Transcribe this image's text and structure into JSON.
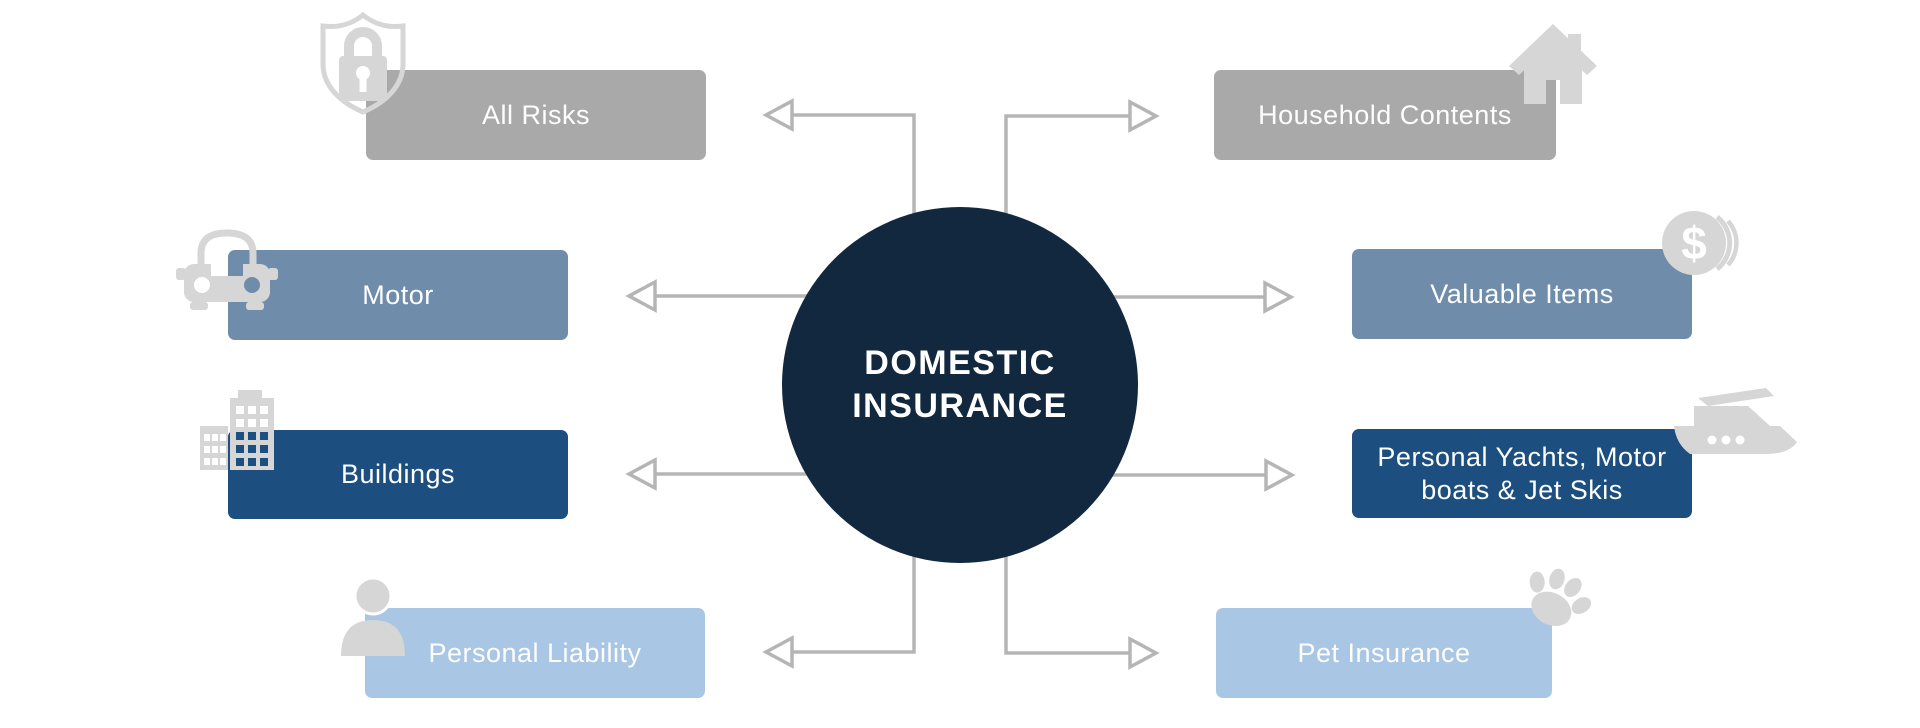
{
  "colors": {
    "background": "#ffffff",
    "navy": "#12283f",
    "gray": "#a9a9a9",
    "steel_blue": "#6f8dab",
    "dark_blue": "#1c4e80",
    "light_blue": "#a9c7e4",
    "icon_gray": "#d6d6d6",
    "arrow_gray": "#b5b5b5",
    "label_text": "#fdfdfd"
  },
  "center": {
    "line1": "DOMESTIC",
    "line2": "INSURANCE"
  },
  "icons": {
    "coin_symbol": "$"
  },
  "nodes": [
    {
      "id": "all-risks",
      "label": "All Risks",
      "tone": "gray",
      "icon": "shield-lock-icon",
      "position": "top-left"
    },
    {
      "id": "household-contents",
      "label": "Household Contents",
      "tone": "gray",
      "icon": "house-icon",
      "position": "top-right"
    },
    {
      "id": "motor",
      "label": "Motor",
      "tone": "steel-blue",
      "icon": "car-icon",
      "position": "middle-left"
    },
    {
      "id": "valuable-items",
      "label": "Valuable Items",
      "tone": "steel-blue",
      "icon": "coins-icon",
      "position": "middle-right"
    },
    {
      "id": "buildings",
      "label": "Buildings",
      "tone": "dark-blue",
      "icon": "buildings-icon",
      "position": "lower-left"
    },
    {
      "id": "personal-yachts",
      "label": "Personal Yachts, Motor boats & Jet Skis",
      "tone": "dark-blue",
      "icon": "yacht-icon",
      "position": "lower-right"
    },
    {
      "id": "personal-liability",
      "label": "Personal Liability",
      "tone": "light-blue",
      "icon": "person-icon",
      "position": "bottom-left"
    },
    {
      "id": "pet-insurance",
      "label": "Pet Insurance",
      "tone": "light-blue",
      "icon": "paw-icon",
      "position": "bottom-right"
    }
  ]
}
